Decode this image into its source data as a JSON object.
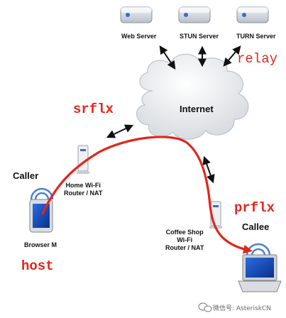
{
  "servers": [
    {
      "label": "Web Server"
    },
    {
      "label": "STUN Server"
    },
    {
      "label": "TURN Server"
    }
  ],
  "cloud": {
    "label": "Internet"
  },
  "candidates": {
    "relay": "relay",
    "srflx": "srflx",
    "host": "host",
    "prflx": "prflx"
  },
  "caller": {
    "title": "Caller",
    "device": "Browser M"
  },
  "callee": {
    "title": "Callee"
  },
  "home_router": {
    "line1": "Home Wi-Fi",
    "line2": "Router / NAT"
  },
  "coffee_router": {
    "line1": "Coffee Shop",
    "line2": "Wi-Fi",
    "line3": "Router / NAT"
  },
  "watermark": {
    "text": "微信号: AsteriskCN"
  },
  "colors": {
    "path": "#e1261c",
    "candidate_text": "#e1261c",
    "server_body": "#d8dde3",
    "cloud": "#e6e9ec"
  },
  "icons": [
    "server-icon",
    "cloud-shape",
    "router-icon",
    "phone-icon",
    "laptop-icon",
    "wifi-icon",
    "wechat-icon"
  ]
}
